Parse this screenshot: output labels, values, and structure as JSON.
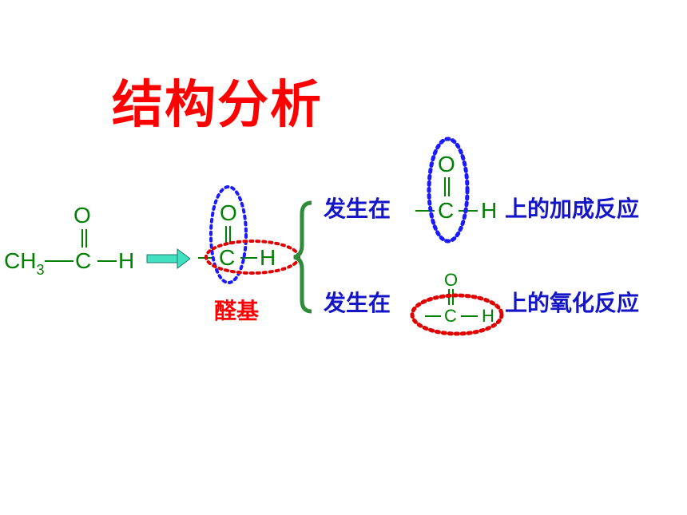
{
  "title": "结构分析",
  "acetaldehyde": {
    "ch": "CH",
    "sub3": "3",
    "c": "C",
    "h": "H",
    "o": "O"
  },
  "aldehyde_group": {
    "c": "C",
    "h": "H",
    "o": "O",
    "label": "醛基"
  },
  "reactions": [
    {
      "prefix": "发生在",
      "c": "C",
      "h": "H",
      "o": "O",
      "suffix": "上的加成反应"
    },
    {
      "prefix": "发生在",
      "c": "C",
      "h": "H",
      "o": "O",
      "suffix": "上的氧化反应"
    }
  ],
  "colors": {
    "title": "#ff0000",
    "formula": "#008000",
    "reaction_text": "#1515c8",
    "group_label": "#ff0000",
    "blue_ellipse": "#1a1aff",
    "red_ellipse": "#e00000",
    "arrow": "#40e0c0",
    "brace": "#2e8b3a"
  }
}
